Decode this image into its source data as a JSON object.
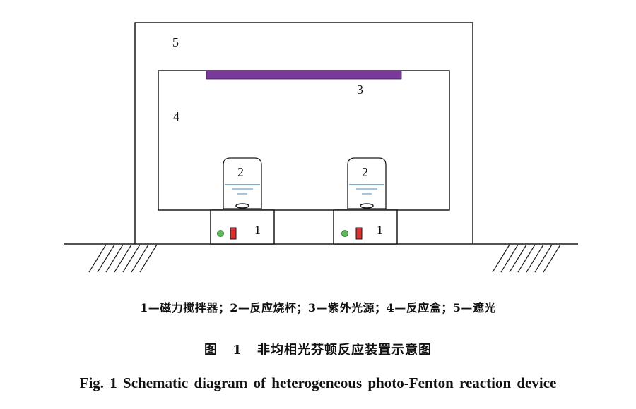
{
  "labels": {
    "shield": "5",
    "uv_source": "3",
    "reaction_box": "4",
    "beaker": "2",
    "stirrer": "1"
  },
  "legend_text": "1—磁力搅拌器；2—反应烧杯；3—紫外光源；4—反应盒；5—遮光",
  "caption_cn": "图 1 非均相光芬顿反应装置示意图",
  "caption_en": "Fig. 1   Schematic diagram of heterogeneous photo-Fenton reaction device",
  "colors": {
    "line": "#1a1a1a",
    "uv_lamp": "#7a3a9b",
    "water": "#4a90c8",
    "indicator_light": "#5cb85c",
    "switch": "#d93030"
  }
}
